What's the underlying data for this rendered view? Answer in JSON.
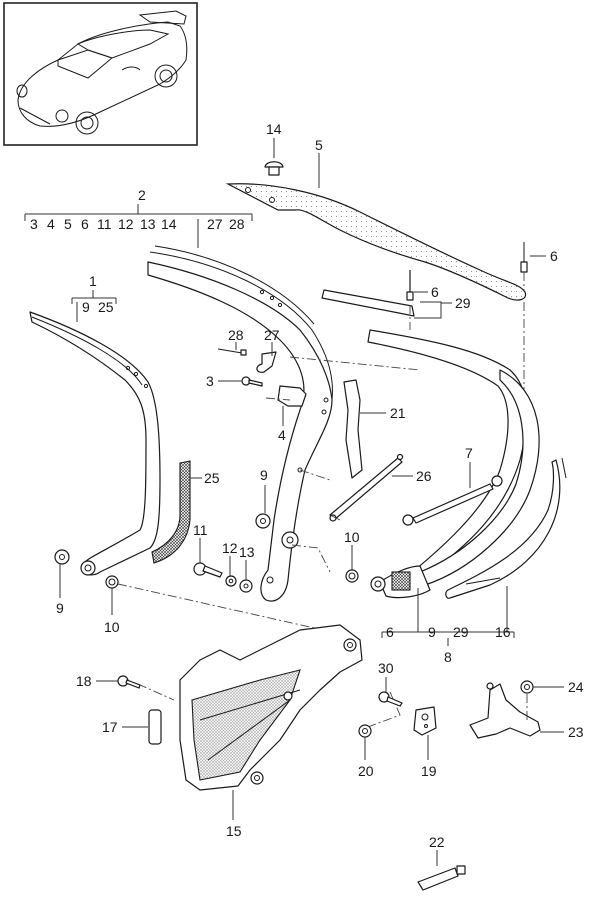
{
  "diagram": {
    "thumbnail": {
      "subject": "car-overview"
    },
    "group_labels": {
      "g2": {
        "parent": "2",
        "children": [
          "3",
          "4",
          "5",
          "6",
          "11",
          "12",
          "13",
          "14",
          "27",
          "28"
        ]
      },
      "g1": {
        "parent": "1",
        "children": [
          "9",
          "25"
        ]
      },
      "g8": {
        "parent": "8",
        "children": [
          "6",
          "9",
          "29",
          "16"
        ]
      },
      "g29": {
        "parent": "29"
      }
    },
    "callouts": {
      "c14": "14",
      "c5": "5",
      "c6a": "6",
      "c6b": "6",
      "c28": "28",
      "c27": "27",
      "c3": "3",
      "c4": "4",
      "c21": "21",
      "c9a": "9",
      "c9b": "9",
      "c25": "25",
      "c26": "26",
      "c7": "7",
      "c11": "11",
      "c12": "12",
      "c13": "13",
      "c10a": "10",
      "c10b": "10",
      "c18": "18",
      "c17": "17",
      "c15": "15",
      "c30": "30",
      "c20": "20",
      "c19": "19",
      "c24": "24",
      "c23": "23",
      "c22": "22"
    }
  }
}
